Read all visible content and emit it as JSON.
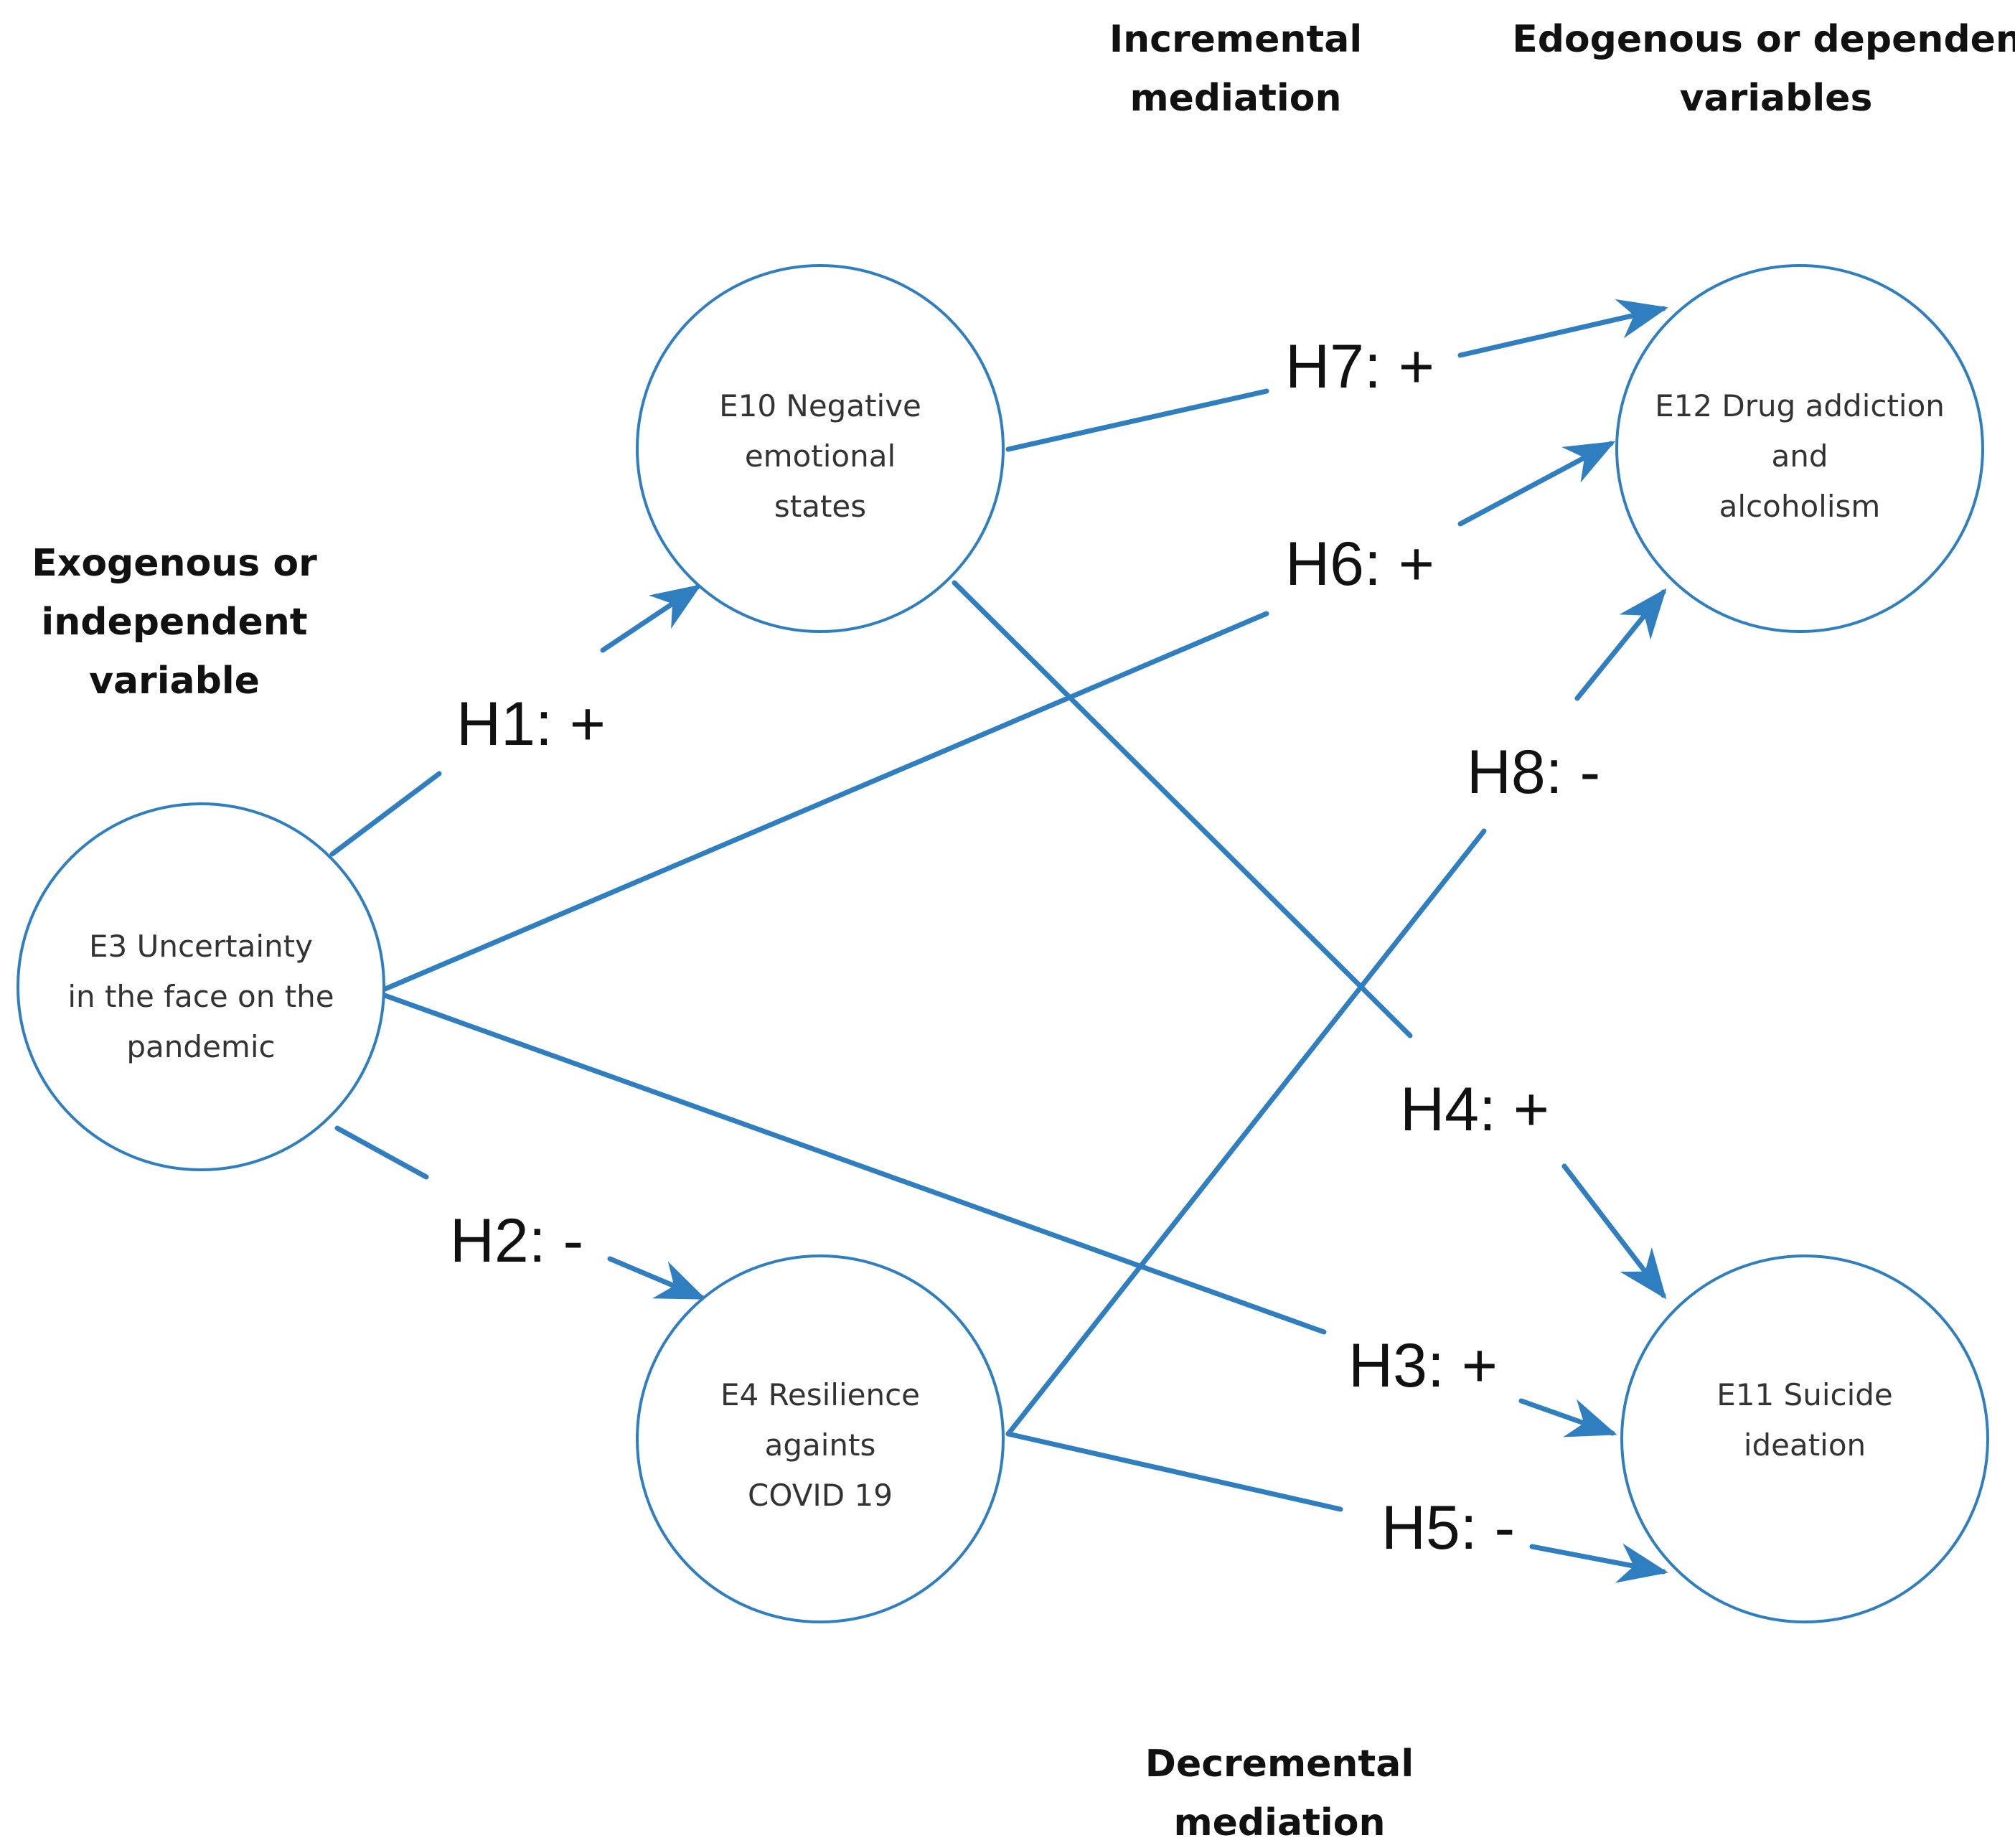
{
  "colors": {
    "accent": "#2f7fc0",
    "text": "#111111",
    "node_text": "#333333",
    "background": "#ffffff"
  },
  "headings": {
    "exogenous": [
      "Exogenous or",
      "independent",
      "variable"
    ],
    "incremental": [
      "Incremental",
      "mediation"
    ],
    "endogenous": [
      "Edogenous or dependent",
      "variables"
    ],
    "decremental": [
      "Decremental",
      "mediation"
    ]
  },
  "nodes": {
    "e3": [
      "E3 Uncertainty",
      "in the face on the",
      "pandemic"
    ],
    "e10": [
      "E10 Negative",
      "emotional",
      "states"
    ],
    "e4": [
      "E4 Resilience",
      "againts",
      "COVID 19"
    ],
    "e12": [
      "E12 Drug addiction",
      "and",
      "alcoholism"
    ],
    "e11": [
      "E11 Suicide",
      "ideation"
    ]
  },
  "hypotheses": {
    "h1": "H1: +",
    "h2": "H2: -",
    "h3": "H3: +",
    "h4": "H4: +",
    "h5": "H5: -",
    "h6": "H6: +",
    "h7": "H7: +",
    "h8": "H8: -"
  }
}
